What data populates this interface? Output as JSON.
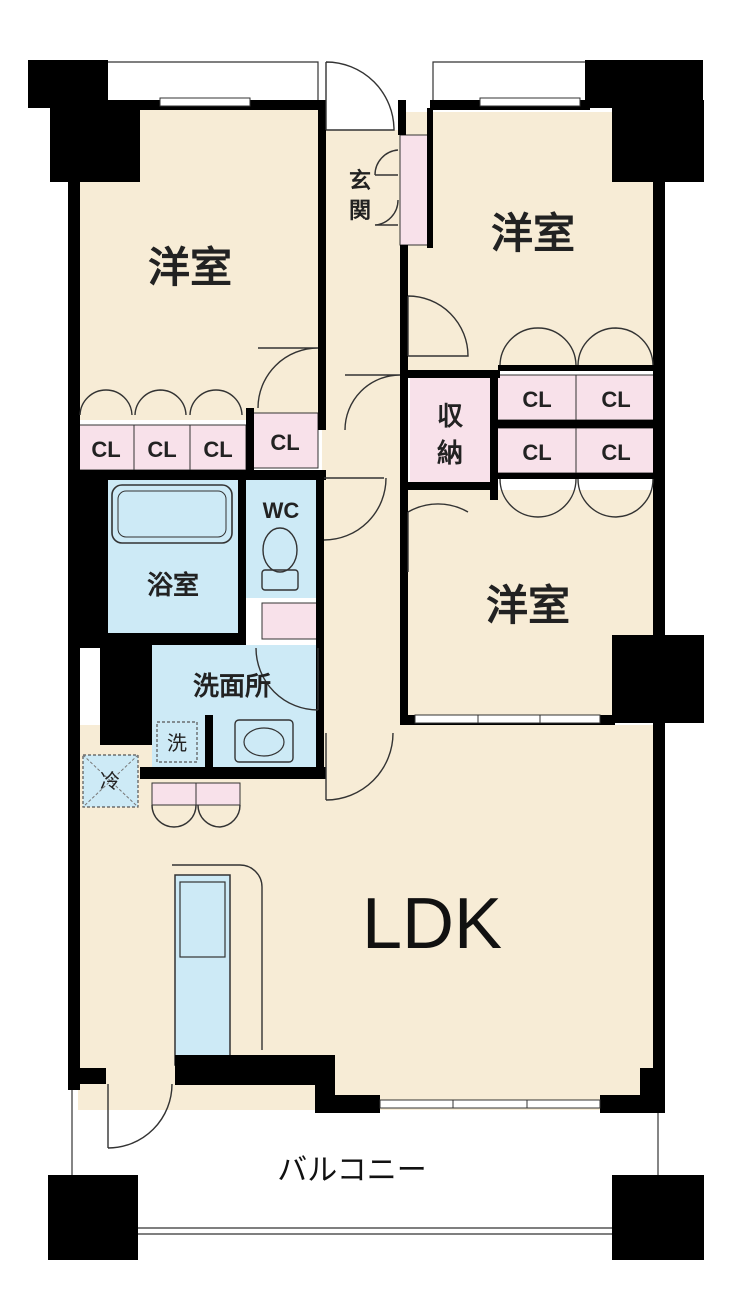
{
  "colors": {
    "room_floor": "#f7ecd6",
    "wet_area": "#cdeaf6",
    "closet_pink": "#f8e1ea",
    "wall": "#000000",
    "line": "#333333"
  },
  "rooms": {
    "western_room_1": "洋室",
    "western_room_2": "洋室",
    "western_room_3": "洋室",
    "ldk": "LDK",
    "bathroom": "浴室",
    "wc": "WC",
    "washroom": "洗面所",
    "entrance_line1": "玄",
    "entrance_line2": "関",
    "storage_line1": "収",
    "storage_line2": "納",
    "balcony": "バルコニー"
  },
  "closets": {
    "left_1": "CL",
    "left_2": "CL",
    "left_3": "CL",
    "left_4": "CL",
    "right_top_1": "CL",
    "right_top_2": "CL",
    "right_bottom_1": "CL",
    "right_bottom_2": "CL"
  },
  "appliances": {
    "washer": "洗",
    "fridge": "冷"
  }
}
